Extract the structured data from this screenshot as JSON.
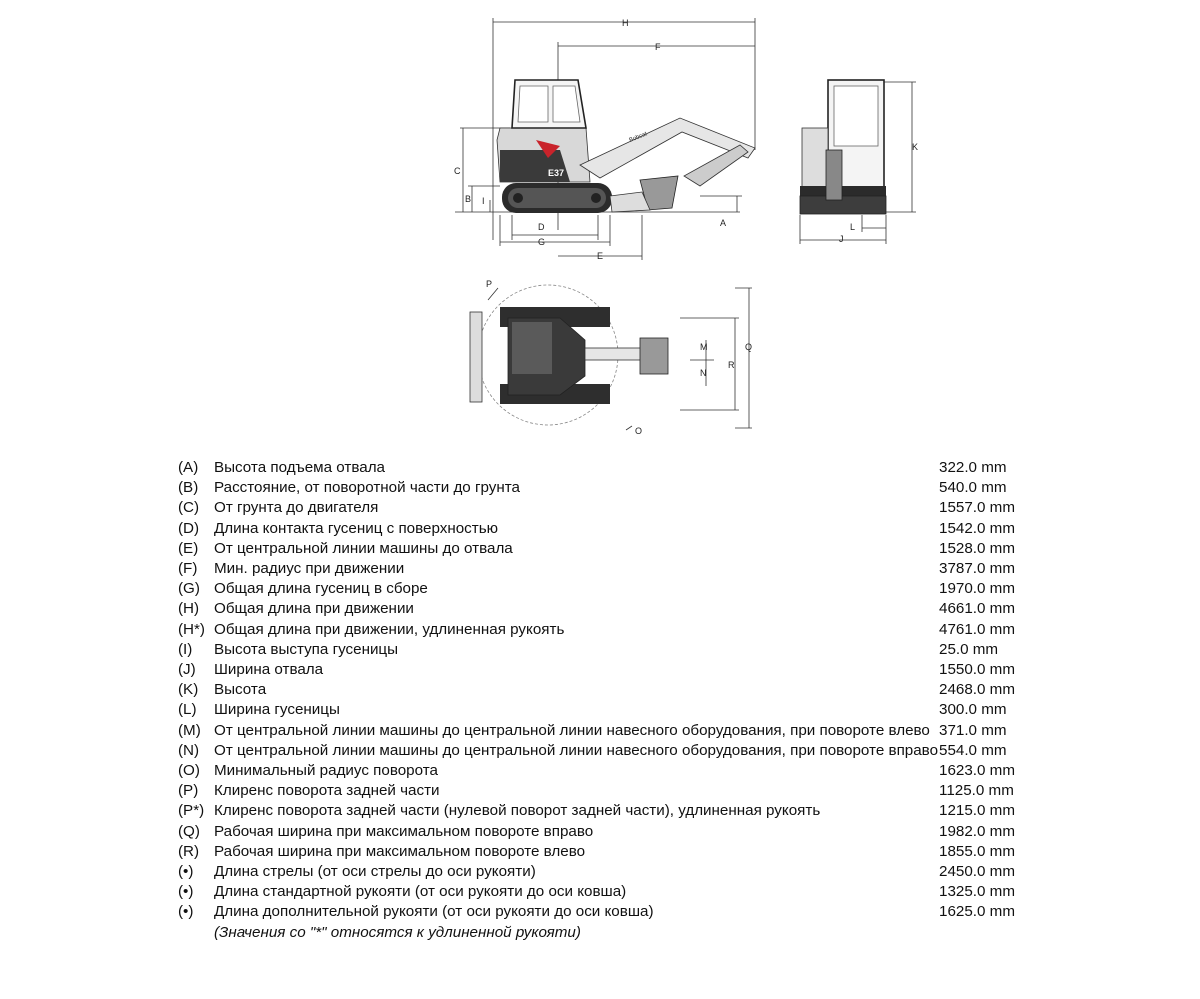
{
  "diagram_labels": {
    "H": "H",
    "F": "F",
    "C": "C",
    "B": "B",
    "I": "I",
    "D": "D",
    "G": "G",
    "E": "E",
    "A": "A",
    "K": "K",
    "L": "L",
    "J": "J",
    "P": "P",
    "Q": "Q",
    "R": "R",
    "M": "M",
    "N": "N",
    "O": "O",
    "model_mark": "E37",
    "brand_mark": "Bobcat"
  },
  "specs": [
    {
      "code": "(A)",
      "desc": "Высота подъема отвала",
      "value": "322.0 mm"
    },
    {
      "code": "(B)",
      "desc": "Расстояние, от поворотной части до грунта",
      "value": "540.0 mm"
    },
    {
      "code": "(C)",
      "desc": "От грунта до двигателя",
      "value": "1557.0 mm"
    },
    {
      "code": "(D)",
      "desc": "Длина контакта гусениц с поверхностью",
      "value": "1542.0 mm"
    },
    {
      "code": "(E)",
      "desc": "От центральной линии машины до отвала",
      "value": "1528.0 mm"
    },
    {
      "code": "(F)",
      "desc": "Мин. радиус при движении",
      "value": "3787.0 mm"
    },
    {
      "code": "(G)",
      "desc": "Общая длина гусениц в сборе",
      "value": "1970.0 mm"
    },
    {
      "code": "(H)",
      "desc": "Общая длина при движении",
      "value": "4661.0 mm"
    },
    {
      "code": "(H*)",
      "desc": "Общая длина при движении, удлиненная рукоять",
      "value": "4761.0 mm"
    },
    {
      "code": "(I)",
      "desc": "Высота выступа гусеницы",
      "value": "25.0 mm"
    },
    {
      "code": "(J)",
      "desc": "Ширина отвала",
      "value": "1550.0 mm"
    },
    {
      "code": "(K)",
      "desc": "Высота",
      "value": "2468.0 mm"
    },
    {
      "code": "(L)",
      "desc": "Ширина гусеницы",
      "value": "300.0 mm"
    },
    {
      "code": "(M)",
      "desc": "От центральной линии машины до центральной линии навесного оборудования, при повороте влево",
      "value": "371.0 mm"
    },
    {
      "code": "(N)",
      "desc": "От центральной линии машины до центральной линии навесного оборудования, при повороте вправо",
      "value": "554.0 mm"
    },
    {
      "code": "(O)",
      "desc": "Минимальный радиус поворота",
      "value": "1623.0 mm"
    },
    {
      "code": "(P)",
      "desc": "Клиренс поворота задней части",
      "value": "1125.0 mm"
    },
    {
      "code": "(P*)",
      "desc": "Клиренс поворота задней части (нулевой поворот задней части), удлиненная рукоять",
      "value": "1215.0 mm"
    },
    {
      "code": "(Q)",
      "desc": "Рабочая ширина при максимальном повороте вправо",
      "value": "1982.0 mm"
    },
    {
      "code": "(R)",
      "desc": "Рабочая ширина при максимальном повороте влево",
      "value": "1855.0 mm"
    },
    {
      "code": "(•)",
      "desc": "Длина стрелы (от оси стрелы до оси рукояти)",
      "value": "2450.0 mm"
    },
    {
      "code": "(•)",
      "desc": "Длина стандартной рукояти (от оси рукояти до оси ковша)",
      "value": "1325.0 mm"
    },
    {
      "code": "(•)",
      "desc": "Длина дополнительной рукояти (от оси рукояти до оси ковша)",
      "value": "1625.0 mm"
    }
  ],
  "footnote": "(Значения со \"*\" относятся к удлиненной рукояти)"
}
